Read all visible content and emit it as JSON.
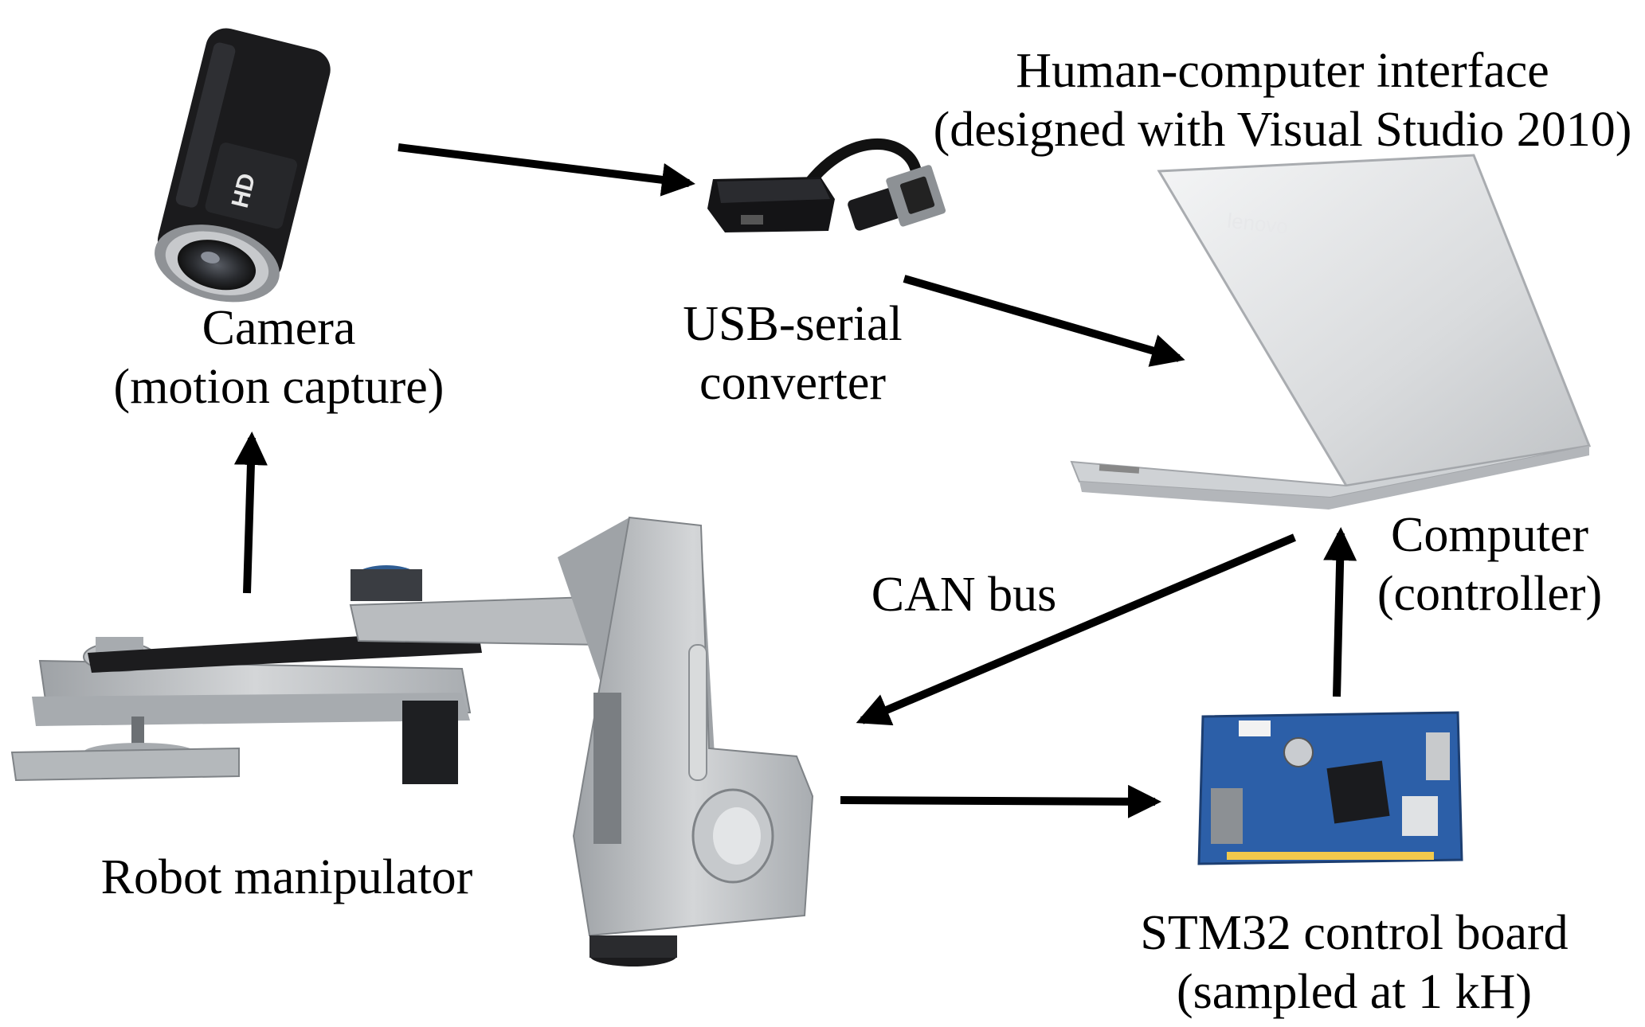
{
  "camera": {
    "title": "Camera",
    "subtitle": "(motion capture)",
    "icon": "camcorder-icon"
  },
  "usb_converter": {
    "line1": "USB-serial",
    "line2": "converter",
    "icon": "usb-serial-adapter-icon"
  },
  "computer": {
    "header_line1": "Human-computer interface",
    "header_line2": "(designed with Visual Studio 2010)",
    "title": "Computer",
    "subtitle": "(controller)",
    "icon": "laptop-icon",
    "brand": "lenovo"
  },
  "can_bus": {
    "label": "CAN bus"
  },
  "robot": {
    "label": "Robot manipulator",
    "icon": "robot-arm-icon"
  },
  "stm32": {
    "title": "STM32 control board",
    "subtitle": "(sampled at 1 kH)",
    "icon": "circuit-board-icon"
  },
  "colors": {
    "arrow": "#000000",
    "board": "#2c5fa8",
    "laptop": "#d9dbdd",
    "robot_metal": "#b9bcbf"
  }
}
